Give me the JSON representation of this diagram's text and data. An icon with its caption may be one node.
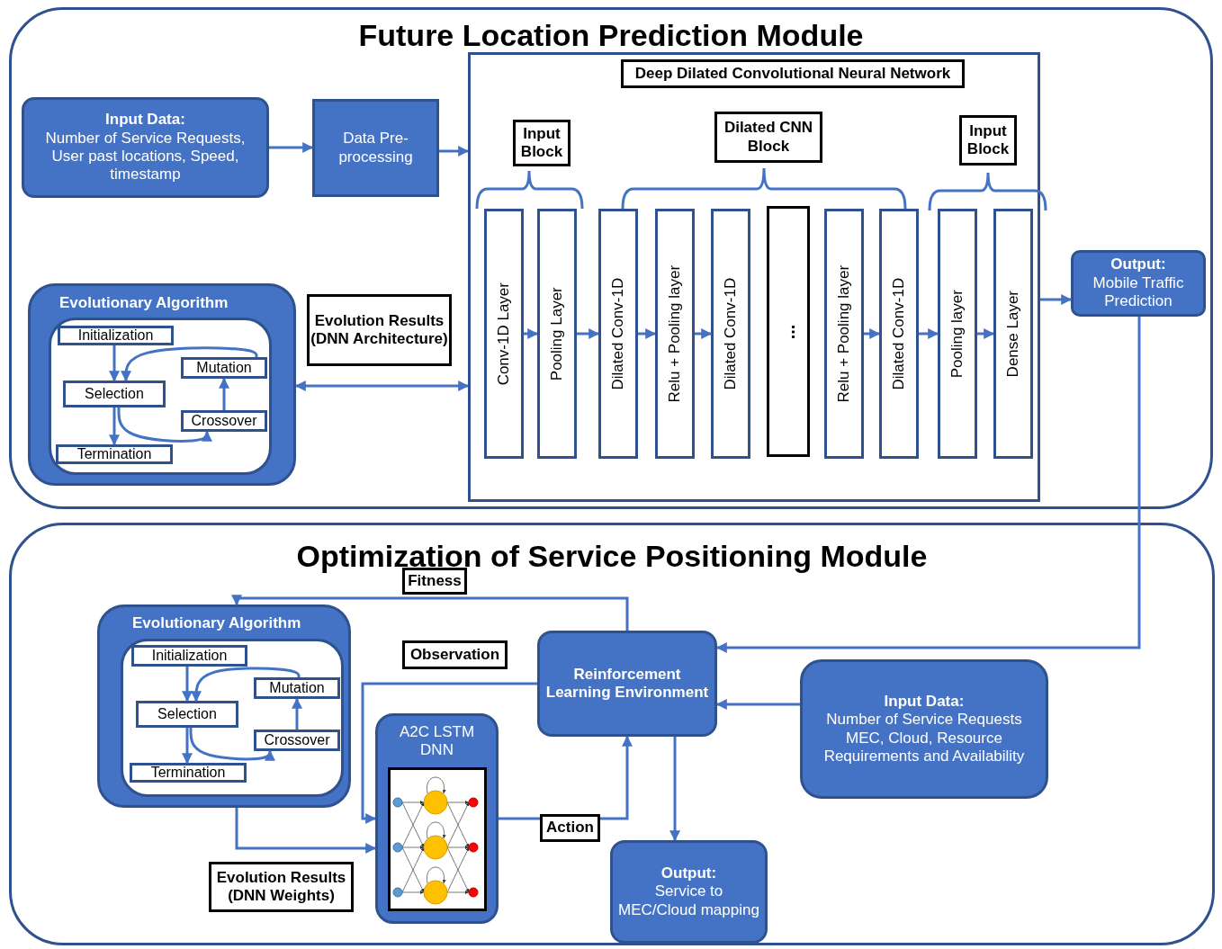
{
  "diagram": {
    "nodes": [
      {
        "text": [
          "Future Location Prediction Module"
        ]
      },
      {
        "text": [
          "Input Data:",
          "Number of Service Requests, User past locations, Speed, timestamp"
        ],
        "in": 0
      },
      {
        "text": [
          "Data Pre-processing"
        ],
        "in": 0
      },
      {
        "text": [
          "Deep Dilated Convolutional Neural Network"
        ],
        "in": 0
      },
      {
        "text": [
          "Input Block"
        ],
        "in": 3
      },
      {
        "text": [
          "Dilated CNN Block"
        ],
        "in": 3
      },
      {
        "text": [
          "Input Block"
        ],
        "in": 3
      },
      {
        "text": [
          "Conv-1D Layer"
        ],
        "in": 3
      },
      {
        "text": [
          "Pooling Layer"
        ],
        "in": 3
      },
      {
        "text": [
          "Dilated Conv-1D"
        ],
        "in": 3
      },
      {
        "text": [
          "Relu + Pooling layer"
        ],
        "in": 3
      },
      {
        "text": [
          "Dilated Conv-1D"
        ],
        "in": 3
      },
      {
        "text": [
          "..."
        ],
        "in": 3
      },
      {
        "text": [
          "Relu + Pooling layer"
        ],
        "in": 3
      },
      {
        "text": [
          "Dilated Conv-1D"
        ],
        "in": 3
      },
      {
        "text": [
          "Pooling layer"
        ],
        "in": 3
      },
      {
        "text": [
          "Dense Layer"
        ],
        "in": 3
      },
      {
        "text": [
          "Output:",
          "Mobile Traffic Prediction"
        ],
        "in": 0
      },
      {
        "text": [
          "Evolutionary Algorithm"
        ],
        "in": 0
      },
      {
        "text": [],
        "shape": "box",
        "in": 18
      },
      {
        "text": [
          "Initialization"
        ],
        "in": 19
      },
      {
        "text": [
          "Mutation"
        ],
        "in": 19
      },
      {
        "text": [
          "Selection"
        ],
        "in": 19
      },
      {
        "text": [
          "Crossover"
        ],
        "in": 19
      },
      {
        "text": [
          "Termination"
        ],
        "in": 19
      },
      {
        "text": [
          "Optimization of Service Positioning Module"
        ]
      },
      {
        "text": [
          "Evolutionary Algorithm"
        ],
        "in": 25
      },
      {
        "text": [],
        "shape": "box",
        "in": 26
      },
      {
        "text": [
          "Initialization"
        ],
        "in": 27
      },
      {
        "text": [
          "Mutation"
        ],
        "in": 27
      },
      {
        "text": [
          "Selection"
        ],
        "in": 27
      },
      {
        "text": [
          "Crossover"
        ],
        "in": 27
      },
      {
        "text": [
          "Termination"
        ],
        "in": 27
      },
      {
        "text": [
          "Reinforcement Learning Environment"
        ],
        "in": 25
      },
      {
        "text": [
          "A2C LSTM DNN"
        ],
        "in": 25
      },
      {
        "text": [],
        "shape": "picture",
        "in": 34
      },
      {
        "text": [
          "Input Data:",
          "Number of Service Requests MEC, Cloud, Resource Requirements and Availability"
        ],
        "in": 25
      },
      {
        "text": [
          "Output:",
          "Service to MEC/Cloud mapping"
        ],
        "in": 25
      }
    ],
    "edges": [
      {
        "from": 1,
        "to": 2,
        "arrow": "to"
      },
      {
        "from": 2,
        "to": 3,
        "arrow": "to"
      },
      {
        "from": 7,
        "to": 8,
        "arrow": "to"
      },
      {
        "from": 8,
        "to": 9,
        "arrow": "to"
      },
      {
        "from": 9,
        "to": 10,
        "arrow": "to"
      },
      {
        "from": 10,
        "to": 11,
        "arrow": "to"
      },
      {
        "from": 13,
        "to": 14,
        "arrow": "to"
      },
      {
        "from": 14,
        "to": 15,
        "arrow": "to"
      },
      {
        "from": 15,
        "to": 16,
        "arrow": "to"
      },
      {
        "from": 3,
        "to": 17,
        "arrow": "to"
      },
      {
        "from": 18,
        "to": 3,
        "arrow": "both",
        "label": "Evolution Results (DNN Architecture)"
      },
      {
        "from": 20,
        "to": 22,
        "arrow": "to"
      },
      {
        "from": 21,
        "to": 22,
        "arrow": "to"
      },
      {
        "from": 22,
        "to": 24,
        "arrow": "to"
      },
      {
        "from": 22,
        "to": 23,
        "arrow": "to"
      },
      {
        "from": 23,
        "to": 21,
        "arrow": "to"
      },
      {
        "from": 28,
        "to": 30,
        "arrow": "to"
      },
      {
        "from": 29,
        "to": 30,
        "arrow": "to"
      },
      {
        "from": 30,
        "to": 32,
        "arrow": "to"
      },
      {
        "from": 30,
        "to": 31,
        "arrow": "to"
      },
      {
        "from": 31,
        "to": 29,
        "arrow": "to"
      },
      {
        "from": 17,
        "to": 33,
        "arrow": "to"
      },
      {
        "from": 36,
        "to": 33,
        "arrow": "to"
      },
      {
        "from": 33,
        "to": 26,
        "arrow": "to",
        "label": "Fitness"
      },
      {
        "from": 33,
        "to": 34,
        "arrow": "to",
        "label": "Observation"
      },
      {
        "from": 34,
        "to": 33,
        "arrow": "to",
        "label": "Action"
      },
      {
        "from": 26,
        "to": 34,
        "arrow": "to",
        "label": "Evolution Results (DNN Weights)"
      },
      {
        "from": 33,
        "to": 37,
        "arrow": "to"
      }
    ]
  }
}
